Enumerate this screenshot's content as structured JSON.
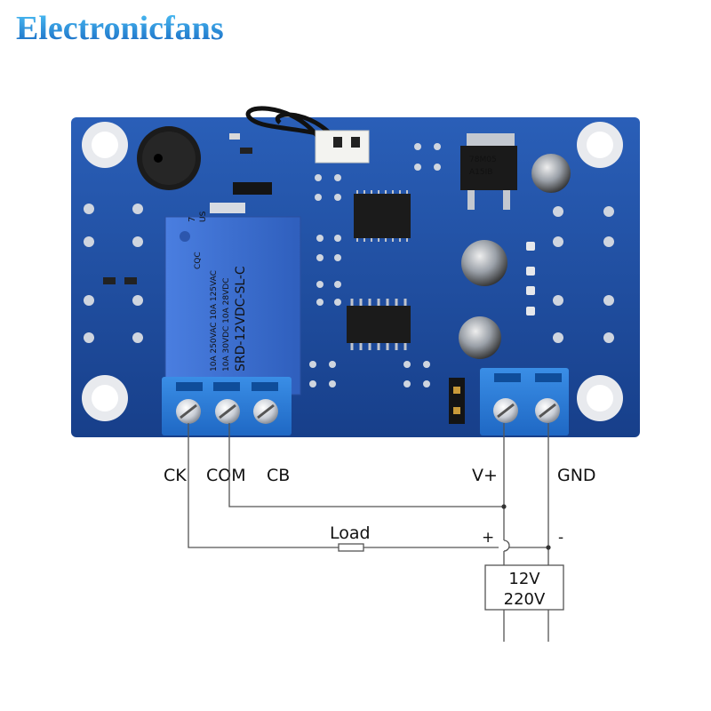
{
  "brand": {
    "text": "Electronicfans",
    "color_start": "#29b6f6",
    "color_end": "#1565c0"
  },
  "relay": {
    "number": "7",
    "cert": "US",
    "rating_line1": "10A 250VAC  10A 125VAC",
    "rating_line2": "10A 30VDC  10A 28VDC",
    "model": "SRD-12VDC-SL-C",
    "mark": "CQC"
  },
  "regulator": {
    "line1": "78M05",
    "line2": "A15IB"
  },
  "terminals": {
    "ck": "CK",
    "com": "COM",
    "cb": "CB",
    "vplus": "V+",
    "gnd": "GND"
  },
  "circuit": {
    "load_label": "Load",
    "plus": "+",
    "minus": "-",
    "supply_line1": "12V",
    "supply_line2": "220V"
  },
  "colors": {
    "pcb": "#1f4fa3",
    "relay": "#3d6fd0",
    "terminal": "#2a7bd6",
    "wire": "#555555"
  }
}
